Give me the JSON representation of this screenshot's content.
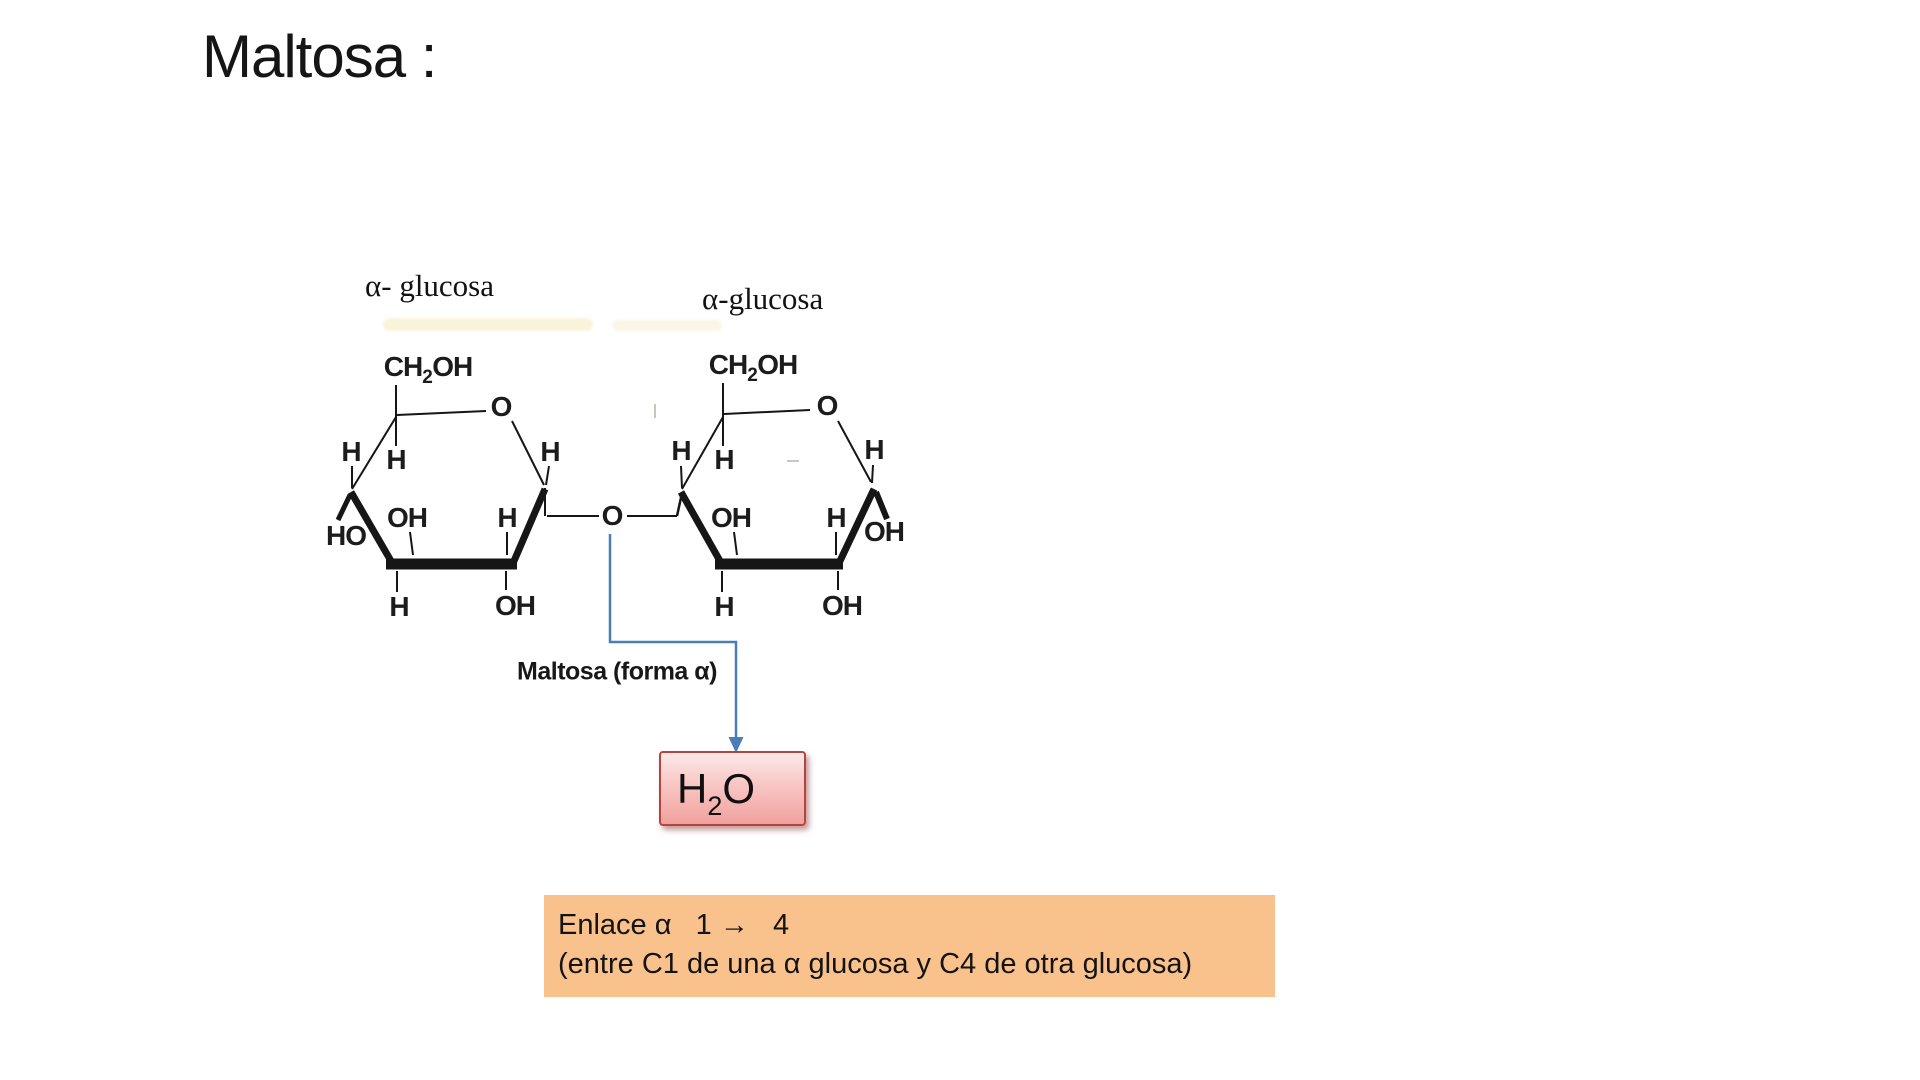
{
  "slide": {
    "title": "Maltosa :"
  },
  "molecule_labels": {
    "left": "α- glucosa",
    "right": "α-glucosa"
  },
  "structure": {
    "caption": "Maltosa (forma α)",
    "glycosidic_oxygen": "O",
    "left_ring": {
      "ch2oh": {
        "pre": "CH",
        "sub": "2",
        "post": "OH"
      },
      "ring_oxygen": "O",
      "h_left_outer": "H",
      "h_left_inner": "H",
      "h_right_top": "H",
      "ho_outer": "HO",
      "oh_inner": "OH",
      "h_inner_right": "H",
      "h_bottom": "H",
      "oh_bottom": "OH"
    },
    "right_ring": {
      "ch2oh": {
        "pre": "CH",
        "sub": "2",
        "post": "OH"
      },
      "ring_oxygen": "O",
      "h_left_outer": "H",
      "h_left_inner": "H",
      "h_right_top": "H",
      "oh_inner": "OH",
      "h_inner_right": "H",
      "oh_outer": "OH",
      "h_bottom": "H",
      "oh_bottom": "OH"
    }
  },
  "water_box": {
    "pre": "H",
    "sub": "2",
    "post": "O"
  },
  "bond_note": {
    "line1": "Enlace α   1 →   4",
    "line2": "(entre C1 de una α glucosa y C4 de otra glucosa)"
  },
  "colors": {
    "ink": "#1a1a1a",
    "arrow_blue": "#4a7ebb",
    "water_box_border": "#b2453f",
    "water_box_fill_top": "#fce9e8",
    "water_box_fill_bottom": "#f0a19e",
    "note_box_fill": "#f9c18c"
  }
}
